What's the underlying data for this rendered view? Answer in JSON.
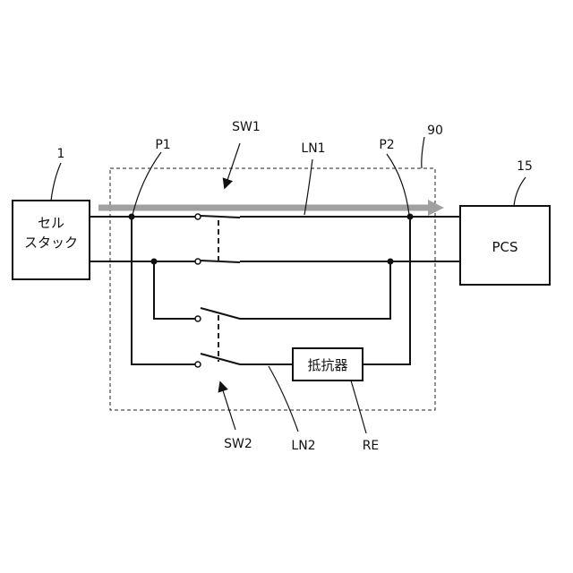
{
  "labels": {
    "cell_ref": "1",
    "pcs_ref": "15",
    "module_ref": "90",
    "p1": "P1",
    "p2": "P2",
    "sw1": "SW1",
    "sw2": "SW2",
    "ln1": "LN1",
    "ln2": "LN2",
    "re": "RE"
  },
  "blocks": {
    "cell_stack_line1": "セル",
    "cell_stack_line2": "スタック",
    "pcs": "PCS",
    "resistor": "抵抗器"
  },
  "colors": {
    "line": "#111111",
    "arrow": "#a0a0a0"
  }
}
